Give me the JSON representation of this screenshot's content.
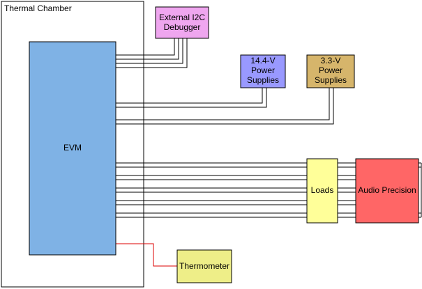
{
  "diagram": {
    "chamber": {
      "label": "Thermal Chamber"
    },
    "evm": {
      "label": "EVM",
      "color": "#7fb2e5"
    },
    "debugger": {
      "line1": "External I2C",
      "line2": "Debugger",
      "color": "#efa6ef"
    },
    "supply_14v": {
      "line1": "14.4-V",
      "line2": "Power",
      "line3": "Supplies",
      "color": "#9999ff"
    },
    "supply_3v3": {
      "line1": "3.3-V",
      "line2": "Power",
      "line3": "Supplies",
      "color": "#d6b56b"
    },
    "loads": {
      "label": "Loads",
      "color": "#ffff99"
    },
    "audio_precision": {
      "label": "Audio Precision",
      "color": "#ff6666"
    },
    "thermometer": {
      "label": "Thermometer",
      "color": "#eeee88"
    },
    "colors": {
      "wire": "#000000",
      "thermo_wire": "#dd0000",
      "outline": "#000000"
    }
  }
}
